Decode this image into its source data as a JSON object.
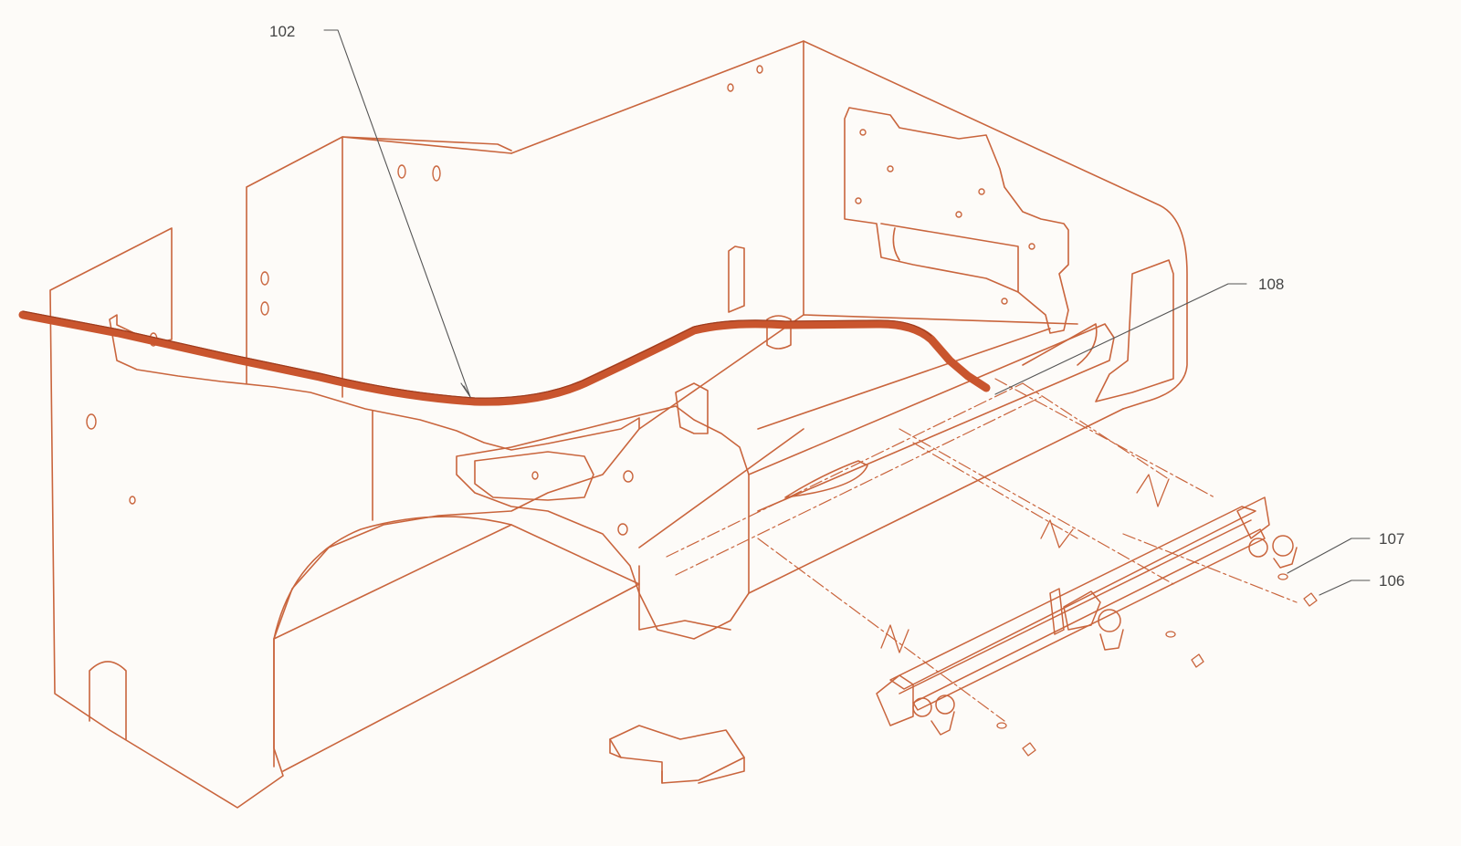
{
  "colors": {
    "line": "#c9653d",
    "highlight": "#c9552e",
    "leader": "#555555",
    "label": "#444444",
    "background": "#fdfbf8"
  },
  "callouts": [
    {
      "id": "102",
      "label": "102"
    },
    {
      "id": "108",
      "label": "108"
    },
    {
      "id": "107",
      "label": "107"
    },
    {
      "id": "106",
      "label": "106"
    }
  ],
  "icons": [
    "direction-arrow-icon"
  ]
}
